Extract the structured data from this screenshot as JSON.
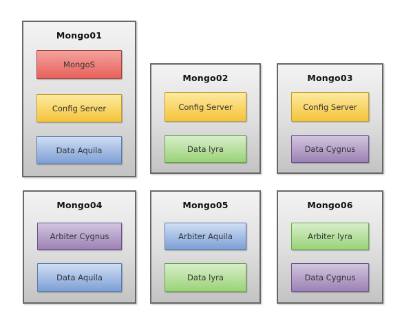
{
  "diagram": {
    "description": "MongoDB sharded cluster node layout",
    "palette": {
      "canvas_background": "#ffffff",
      "node_fill_top": "#f3f3f3",
      "node_fill_bottom": "#c3c3c3",
      "node_border": "#676767",
      "title_text": "#111111",
      "component_text": "#333333",
      "red": {
        "top": "#f3a29c",
        "bottom": "#e9605a",
        "border": "#9c4742"
      },
      "yellow": {
        "top": "#fcea9f",
        "bottom": "#f5c43b",
        "border": "#bf9b30"
      },
      "blue": {
        "top": "#cfdef5",
        "bottom": "#7d9fd4",
        "border": "#5a7cab"
      },
      "green": {
        "top": "#d8eecb",
        "bottom": "#9ad377",
        "border": "#63a748"
      },
      "purple": {
        "top": "#d2c5df",
        "bottom": "#9c82b4",
        "border": "#6c5191"
      }
    },
    "nodes": [
      {
        "title": "Mongo01",
        "components": [
          {
            "label": "MongoS",
            "color": "red"
          },
          {
            "label": "Config Server",
            "color": "yellow"
          },
          {
            "label": "Data Aquila",
            "color": "blue"
          }
        ]
      },
      {
        "title": "Mongo02",
        "components": [
          {
            "label": "Config Server",
            "color": "yellow"
          },
          {
            "label": "Data lyra",
            "color": "green"
          }
        ]
      },
      {
        "title": "Mongo03",
        "components": [
          {
            "label": "Config Server",
            "color": "yellow"
          },
          {
            "label": "Data Cygnus",
            "color": "purple"
          }
        ]
      },
      {
        "title": "Mongo04",
        "components": [
          {
            "label": "Arbiter Cygnus",
            "color": "purple"
          },
          {
            "label": "Data Aquila",
            "color": "blue"
          }
        ]
      },
      {
        "title": "Mongo05",
        "components": [
          {
            "label": "Arbiter Aquila",
            "color": "blue"
          },
          {
            "label": "Data lyra",
            "color": "green"
          }
        ]
      },
      {
        "title": "Mongo06",
        "components": [
          {
            "label": "Arbiter lyra",
            "color": "green"
          },
          {
            "label": "Data Cygnus",
            "color": "purple"
          }
        ]
      }
    ]
  }
}
